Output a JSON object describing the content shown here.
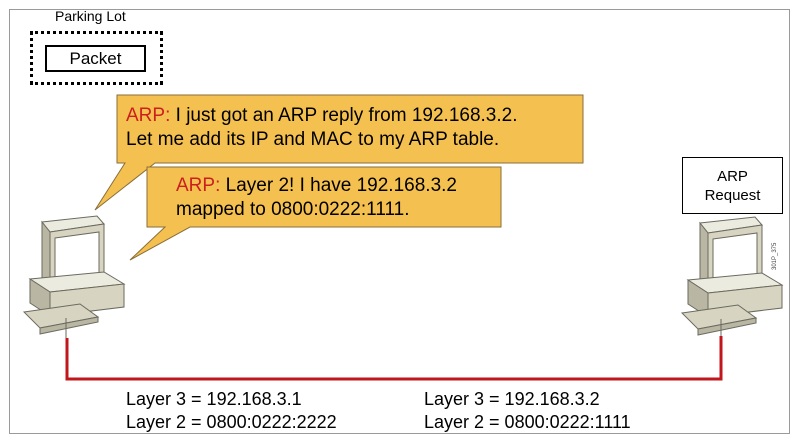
{
  "parking_lot": {
    "label": "Parking Lot",
    "packet": "Packet"
  },
  "bubble_reply": {
    "protocol": "ARP:",
    "line1_text": " I just got an ARP reply from 192.168.3.2.",
    "line2_text": "Let me add its IP and MAC to my ARP table."
  },
  "bubble_layer2": {
    "protocol": "ARP:",
    "line1_text": " Layer 2! I have 192.168.3.2",
    "line2_text": "mapped to 0800:0222:1111."
  },
  "arp_request": {
    "line1": "ARP",
    "line2": "Request"
  },
  "left_host": {
    "layer3": "Layer 3 = 192.168.3.1",
    "layer2": "Layer 2 = 0800:0222:2222"
  },
  "right_host": {
    "layer3": "Layer 3 = 192.168.3.2",
    "layer2": "Layer 2 = 0800:0222:1111"
  },
  "figure_id": "301P_375",
  "colors": {
    "bubble_fill": "#f4c050",
    "bubble_stroke": "#8a6e3a",
    "protocol_text": "#cc1f1f",
    "network_link": "#c0161c",
    "computer_body": "#d7d4c2"
  }
}
